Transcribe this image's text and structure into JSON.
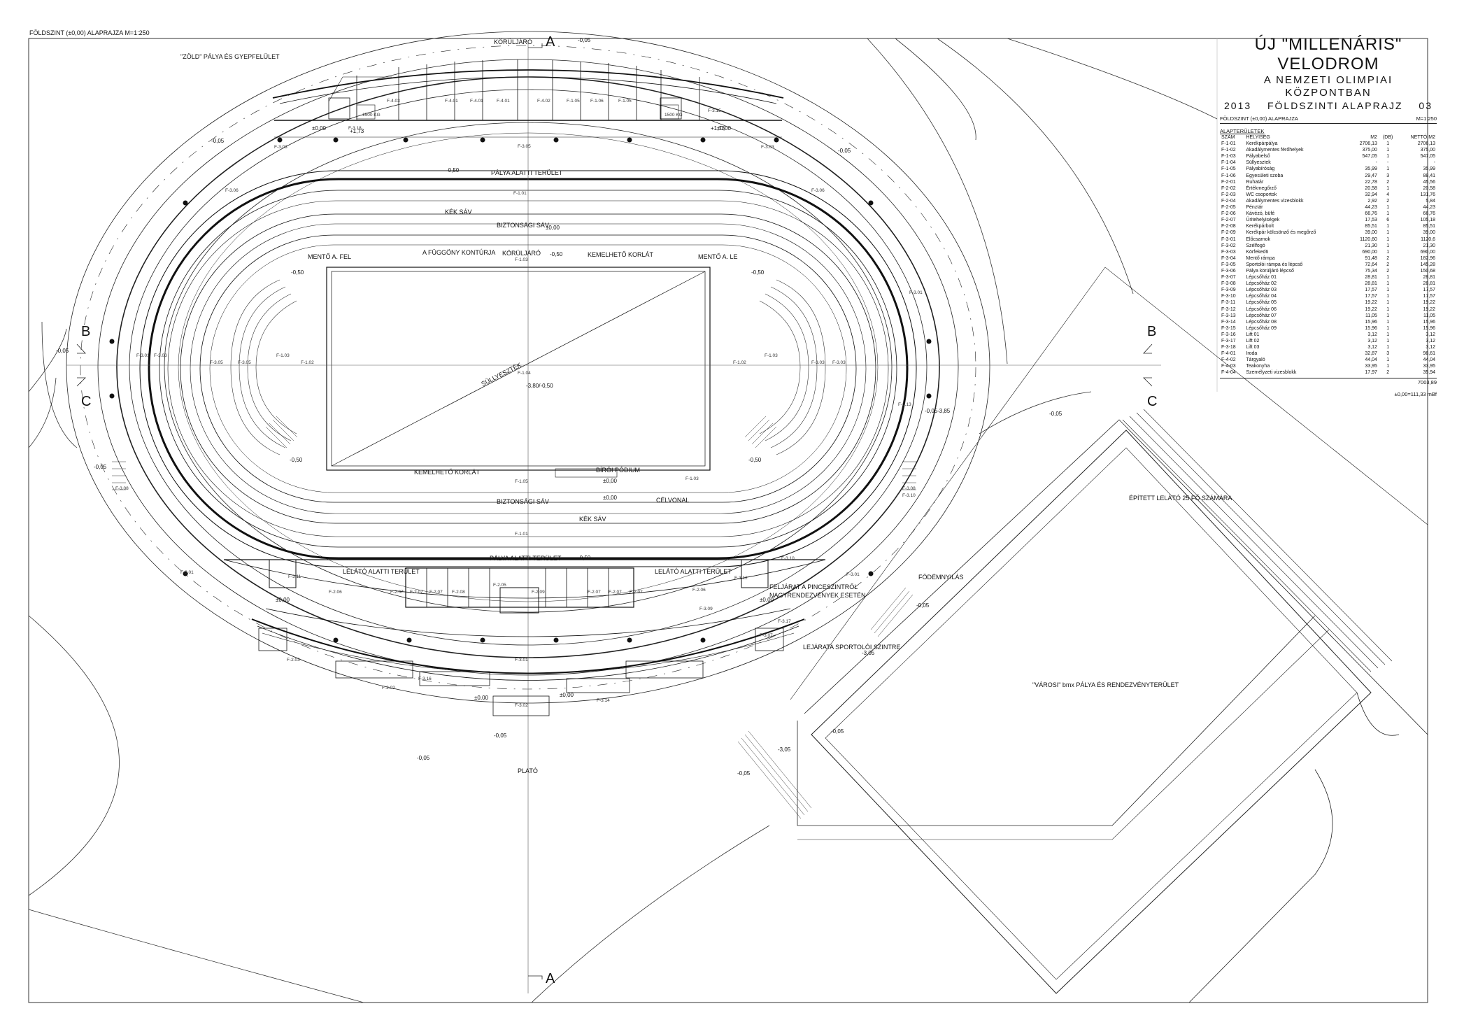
{
  "drawing": {
    "corner_title": "FÖLDSZINT (±0,00) ALAPRAJZA M=1:250",
    "sections": {
      "a": "A",
      "b": "B",
      "c": "C"
    },
    "labels": {
      "korul_top": "KÖRÜLJÁRÓ",
      "zold": "\"ZÖLD\" PÁLYA ÉS GYEPFELÜLET",
      "palya_top": "PÁLYA ALATTI TERÜLET",
      "kek_top": "KÉK SÁV",
      "biz_top": "BIZTONSÁGI SÁV",
      "mento_fel": "MENTŐ A. FEL",
      "fuggony": "A FÜGGÖNY KONTÚRJA",
      "korul_mid": "KÖRÜLJÁRÓ",
      "kemel_top": "KEMELHETŐ KORLÁT",
      "mento_le": "MENTŐ A. LE",
      "sullyesztek": "SÜLLYESZTÉK",
      "kemel_bot": "KEMELHETŐ KORLÁT",
      "birio": "BÍRÓI PÓDIUM",
      "biz_bot": "BIZTONSÁGI SÁV",
      "celvonal": "CÉLVONAL",
      "kek_bot": "KÉK SÁV",
      "palya_bot": "PÁLYA ALATTI TERÜLET",
      "lelato_l": "LELÁTÓ ALATTI TERÜLET",
      "lelato_r": "LELÁTÓ ALATTI TERÜLET",
      "feljarat": "FELJÁRAT A PINCESZINTRŐL",
      "nagyrend": "NAGYRENDEZVÉNYEK ESETÉN",
      "fodem": "FÖDÉMNYILÁS",
      "lejarata": "LEJÁRATA SPORTOLÓI SZINTRE",
      "plato": "PLATÓ",
      "varosi": "\"VÁROSI\" bmx PÁLYA ÉS RENDEZVÉNYTERÜLET",
      "epitett": "ÉPÍTETT LELÁTÓ 25 FŐ SZÁMÁRA",
      "kg_l": "1500 KG",
      "kg_r": "1500 KG"
    },
    "elevations": [
      "-0,05",
      "-0,05",
      "-0,05",
      "-0,50",
      "-0,50",
      "±0,00",
      "±0,00",
      "+1,73",
      "+1,73",
      "±0,00",
      "-0,50",
      "-0,50",
      "-0,50",
      "-0,50",
      "-3,80/-0,50",
      "±0,00",
      "-0,50",
      "±0,00",
      "±0,00",
      "-0,05",
      "-0,05",
      "-0,05",
      "±0,00",
      "±0,00",
      "-0,05",
      "-3,05",
      "-0,05",
      "-0,05",
      "-3,05",
      "-0,05",
      "-0,05",
      "-3,85",
      "-0,05",
      "±0,00"
    ],
    "codes": [
      "F-3.05",
      "F-3.03",
      "F-3.03",
      "F-1.01",
      "F-3.06",
      "F-3.06",
      "F-3.01",
      "F-3.03",
      "F-3.01",
      "F-1.03",
      "F-1.02",
      "F-1.04",
      "F-1.02",
      "F-1.03",
      "F-3.05",
      "F-3.05",
      "F-3.03",
      "F-3.03",
      "F-1.03",
      "F-1.05",
      "F-1.03",
      "F-1.01",
      "F-3.01",
      "F-3.01",
      "F-3.08",
      "F-3.08",
      "F-2.06",
      "F-2.06",
      "F-2.07",
      "F-2.07",
      "F-2.07",
      "F-2.08",
      "F-2.05",
      "F-2.09",
      "F-2.07",
      "F-2.07",
      "F-2.07",
      "F-3.01",
      "F-3.02",
      "F-3.10",
      "F-3.10",
      "F-3.11",
      "F-3.12",
      "F-4.03",
      "F-4.01",
      "F-4.01",
      "F-4.01",
      "F-4.02",
      "F-1.05",
      "F-1.06",
      "F-1.05",
      "F-3.16",
      "F-3.18",
      "F-3.15",
      "F-3.09",
      "F-3.17",
      "F-2.03",
      "F-2.02",
      "F-3.14",
      "F-3.07",
      "F-3.13"
    ]
  },
  "legend": {
    "title1": "ÚJ \"MILLENÁRIS\" VELODROM",
    "title2": "A NEMZETI OLIMPIAI KÖZPONTBAN",
    "year": "2013",
    "sheet_name": "FÖLDSZINTI ALAPRAJZ",
    "sheet_no": "03",
    "subtitle": "FÖLDSZINT (±0,00) ALAPRAJZA",
    "scale": "M=1:250",
    "group": "ALAPTERÜLETEK",
    "headers": [
      "SZÁM",
      "HELYISÉG",
      "M2",
      "(DB)",
      "NETTÓ M2"
    ],
    "rows": [
      [
        "F-1-01",
        "Kerékpárpálya",
        "2706,13",
        "1",
        "2706,13"
      ],
      [
        "F-1-02",
        "Akadálymentes férőhelyek",
        "375,00",
        "1",
        "375,00"
      ],
      [
        "F-1-03",
        "Pályabelső",
        "547,05",
        "1",
        "547,05"
      ],
      [
        "F-1-04",
        "Süllyesztek",
        "-",
        "-",
        "-"
      ],
      [
        "F-1-05",
        "Pályabíróság",
        "35,99",
        "1",
        "35,99"
      ],
      [
        "F-1-06",
        "Egyesületi szoba",
        "29,47",
        "3",
        "88,41"
      ],
      [
        "F-2-01",
        "Ruhatár",
        "22,78",
        "2",
        "45,56"
      ],
      [
        "F-2-02",
        "Értékmegőrző",
        "20,58",
        "1",
        "20,58"
      ],
      [
        "F-2-03",
        "WC csoportok",
        "32,94",
        "4",
        "131,76"
      ],
      [
        "F-2-04",
        "Akadálymentes vizesblokk",
        "2,92",
        "2",
        "5,84"
      ],
      [
        "F-2-05",
        "Pénztár",
        "44,23",
        "1",
        "44,23"
      ],
      [
        "F-2-06",
        "Kávézó, büfé",
        "66,76",
        "1",
        "66,76"
      ],
      [
        "F-2-07",
        "Üritehelyiségek",
        "17,53",
        "6",
        "105,18"
      ],
      [
        "F-2-08",
        "Kerékpárbolt",
        "85,51",
        "1",
        "85,51"
      ],
      [
        "F-2-09",
        "Kerékpár kölcsönző és megőrző",
        "39,00",
        "1",
        "39,00"
      ],
      [
        "F-3-01",
        "Előcsarnok",
        "1120,60",
        "1",
        "1120,6"
      ],
      [
        "F-3-02",
        "Szélfogó",
        "21,30",
        "1",
        "21,30"
      ],
      [
        "F-3-03",
        "Körfeked6",
        "690,00",
        "1",
        "690,00"
      ],
      [
        "F-3-04",
        "Mentő rámpa",
        "91,48",
        "2",
        "182,96"
      ],
      [
        "F-3-05",
        "Sportolói rámpa és lépcső",
        "72,64",
        "2",
        "145,28"
      ],
      [
        "F-3-06",
        "Pálya körüljáró lépcső",
        "75,34",
        "2",
        "150,68"
      ],
      [
        "F-3-07",
        "Lépcsőház 01",
        "28,81",
        "1",
        "28,81"
      ],
      [
        "F-3-08",
        "Lépcsőház 02",
        "28,81",
        "1",
        "28,81"
      ],
      [
        "F-3-09",
        "Lépcsőház 03",
        "17,57",
        "1",
        "17,57"
      ],
      [
        "F-3-10",
        "Lépcsőház 04",
        "17,57",
        "1",
        "17,57"
      ],
      [
        "F-3-11",
        "Lépcsőház 05",
        "19,22",
        "1",
        "19,22"
      ],
      [
        "F-3-12",
        "Lépcsőház 06",
        "19,22",
        "1",
        "19,22"
      ],
      [
        "F-3-13",
        "Lépcsőház 07",
        "11,05",
        "1",
        "11,05"
      ],
      [
        "F-3-14",
        "Lépcsőház 08",
        "15,96",
        "1",
        "15,96"
      ],
      [
        "F-3-15",
        "Lépcsőház 09",
        "15,96",
        "1",
        "15,96"
      ],
      [
        "F-3-16",
        "Lift 01",
        "3,12",
        "1",
        "3,12"
      ],
      [
        "F-3-17",
        "Lift 02",
        "3,12",
        "1",
        "3,12"
      ],
      [
        "F-3-18",
        "Lift 03",
        "3,12",
        "1",
        "3,12"
      ],
      [
        "F-4-01",
        "Iroda",
        "32,87",
        "3",
        "98,61"
      ],
      [
        "F-4-02",
        "Tárgyaló",
        "44,04",
        "1",
        "44,04"
      ],
      [
        "F-4-03",
        "Teakonyha",
        "33,95",
        "1",
        "33,95"
      ],
      [
        "F-4-04",
        "Személyzeti vizesblokk",
        "17,97",
        "2",
        "35,94"
      ]
    ],
    "total": "7003,89",
    "reference": "±0,00=111,33 mBf"
  }
}
